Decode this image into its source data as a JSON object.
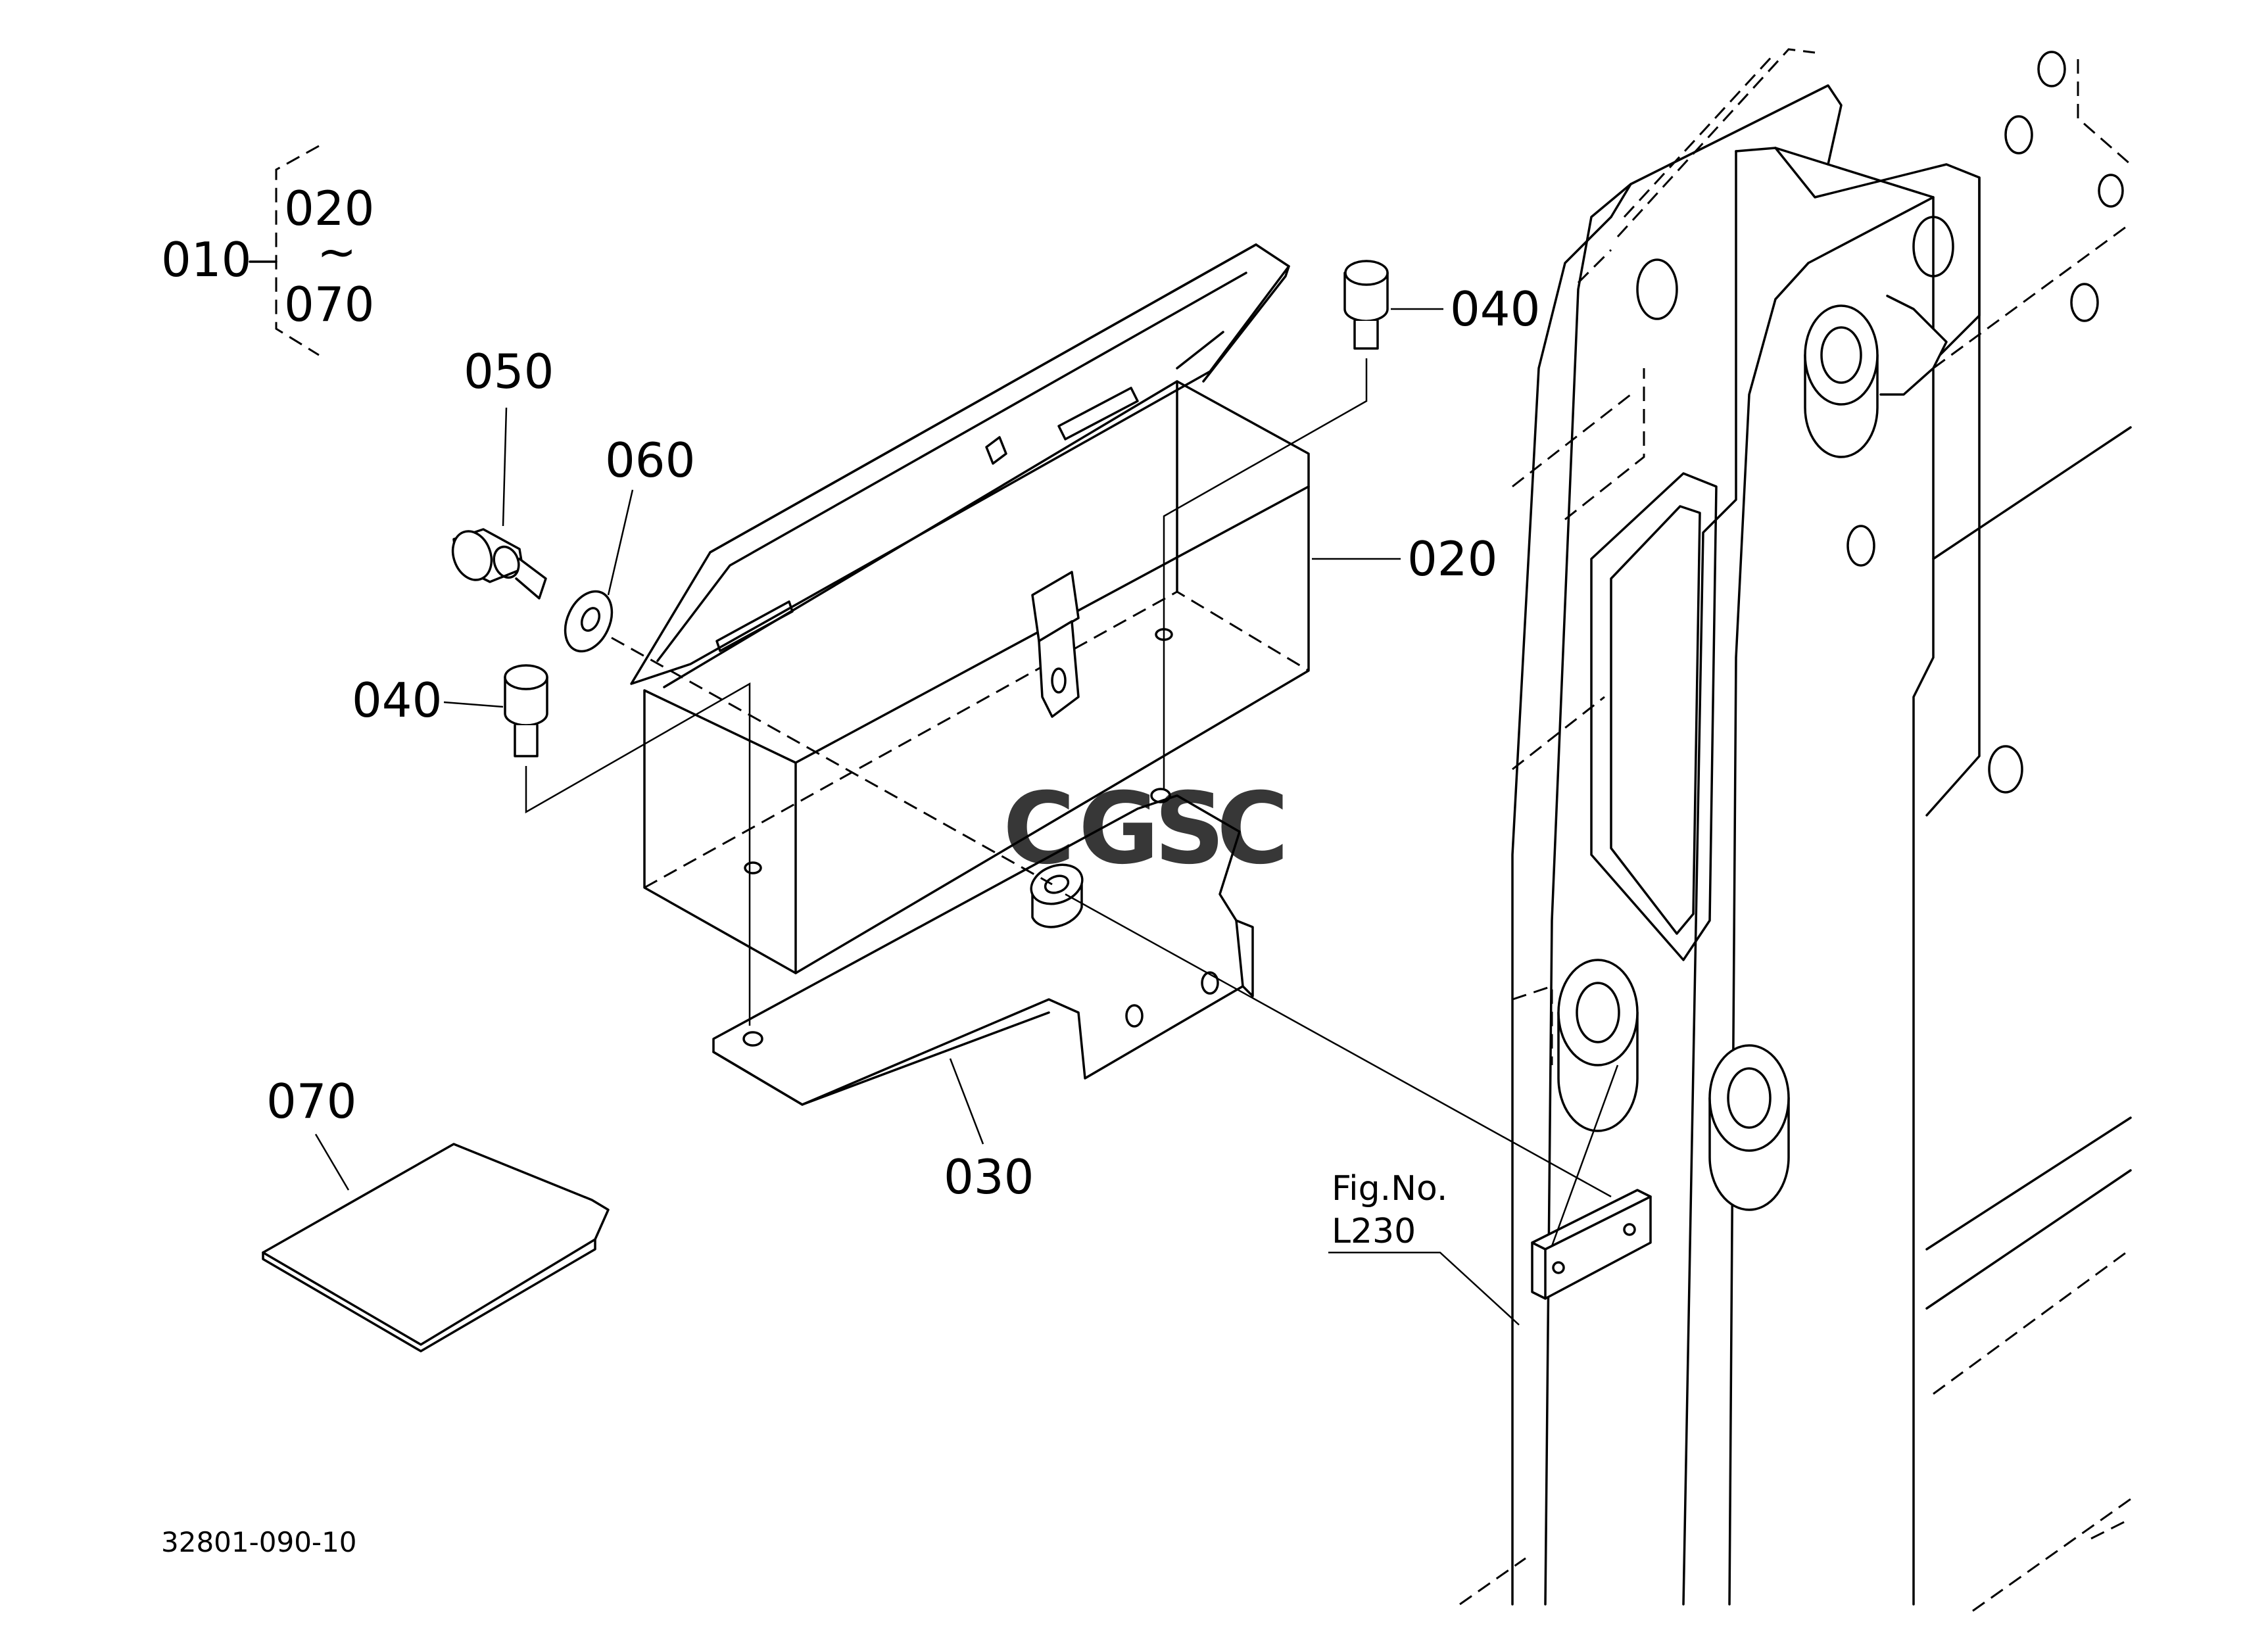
{
  "parts": {
    "assembly": "010",
    "range_start": "020",
    "range_sep": "~",
    "range_end": "070",
    "toolbox": "020",
    "bracket": "030",
    "bolt_upper": "040",
    "bolt_lower": "040",
    "bolt_side": "050",
    "washer": "060",
    "manual": "070"
  },
  "reference": {
    "line1": "Fig.No.",
    "line2": "L230"
  },
  "drawing_number": "32801-090-10",
  "watermark": {
    "letters": [
      "C",
      "G",
      "S",
      "C"
    ],
    "colors": [
      "#4a86e8",
      "#ea6a5a",
      "#f6c944",
      "#3fa65a"
    ]
  }
}
